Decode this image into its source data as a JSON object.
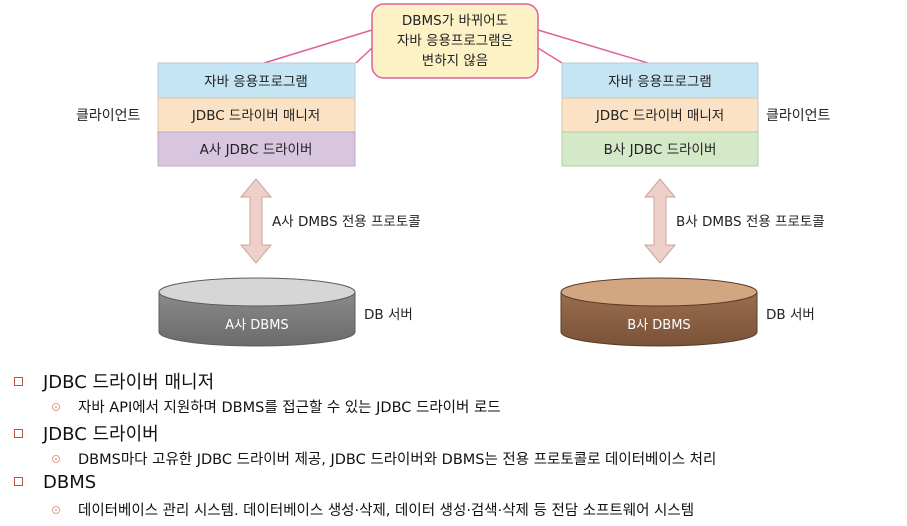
{
  "callout": {
    "lines": [
      "DBMS가 바뀌어도",
      "자바 응용프로그램은",
      "변하지 않음"
    ]
  },
  "left": {
    "app": "자바 응용프로그램",
    "manager": "JDBC 드라이버 매니저",
    "driver": "A사 JDBC 드라이버",
    "client_label": "클라이언트",
    "protocol": "A사 DMBS 전용 프로토콜",
    "db": "A사 DBMS",
    "server_label": "DB 서버"
  },
  "right": {
    "app": "자바 응용프로그램",
    "manager": "JDBC 드라이버 매니저",
    "driver": "B사 JDBC 드라이버",
    "client_label": "클라이언트",
    "protocol": "B사 DMBS 전용 프로토콜",
    "db": "B사 DBMS",
    "server_label": "DB 서버"
  },
  "colors": {
    "app_fill": "#c6e5f4",
    "manager_fill": "#fbe2c4",
    "driver_a_fill": "#d8c5e0",
    "driver_b_fill": "#d4e9c8",
    "callout_fill": "#fdf2c6",
    "callout_stroke": "#e0609a",
    "arrow_fill": "#efcfc9",
    "arrow_stroke": "#c9a49c",
    "db_a_fill": "#7c7c7c",
    "db_b_fill": "#8b6247"
  },
  "bullets": [
    {
      "title": "JDBC 드라이버 매니저",
      "detail": "자바 API에서 지원하며 DBMS를 접근할 수 있는 JDBC 드라이버 로드"
    },
    {
      "title": "JDBC 드라이버",
      "detail": "DBMS마다 고유한 JDBC 드라이버 제공, JDBC 드라이버와 DBMS는 전용 프로토콜로 데이터베이스 처리"
    },
    {
      "title": "DBMS",
      "detail": "데이터베이스 관리 시스템. 데이터베이스 생성·삭제, 데이터 생성·검색·삭제 등 전담 소프트웨어 시스템"
    }
  ]
}
